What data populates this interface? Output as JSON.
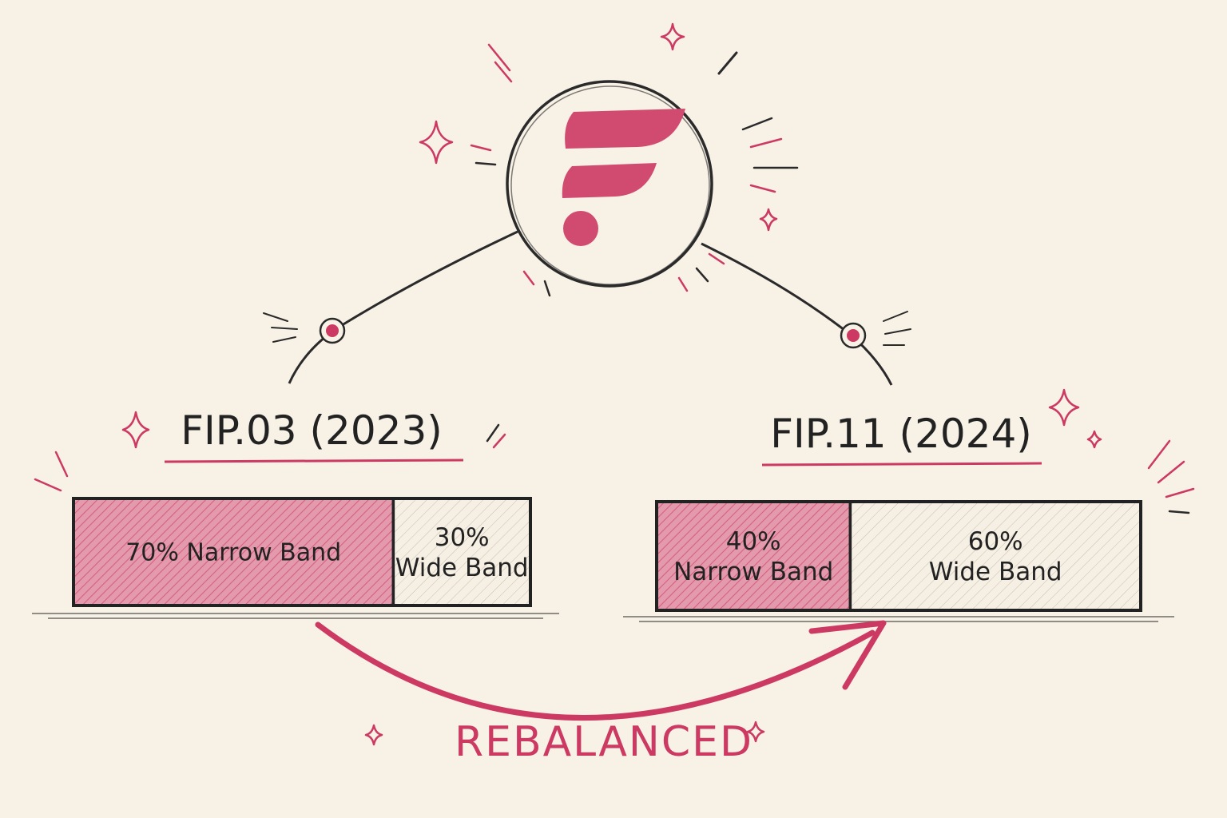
{
  "colors": {
    "background": "#f8f1e6",
    "accent": "#cc3a63",
    "accent_light": "#e89aae",
    "ink": "#222222"
  },
  "center_logo": {
    "icon": "flare-f-logo-icon"
  },
  "left_bar": {
    "title": "FIP.03 (2023)",
    "segments": [
      {
        "id": "narrow",
        "value": 70,
        "label_lines": [
          "70% Narrow Band"
        ]
      },
      {
        "id": "wide",
        "value": 30,
        "label_lines": [
          "30%",
          "Wide Band"
        ]
      }
    ]
  },
  "right_bar": {
    "title": "FIP.11 (2024)",
    "segments": [
      {
        "id": "narrow",
        "value": 40,
        "label_lines": [
          "40%",
          "Narrow Band"
        ]
      },
      {
        "id": "wide",
        "value": 60,
        "label_lines": [
          "60%",
          "Wide Band"
        ]
      }
    ]
  },
  "arrow_label": "REBALANCED"
}
